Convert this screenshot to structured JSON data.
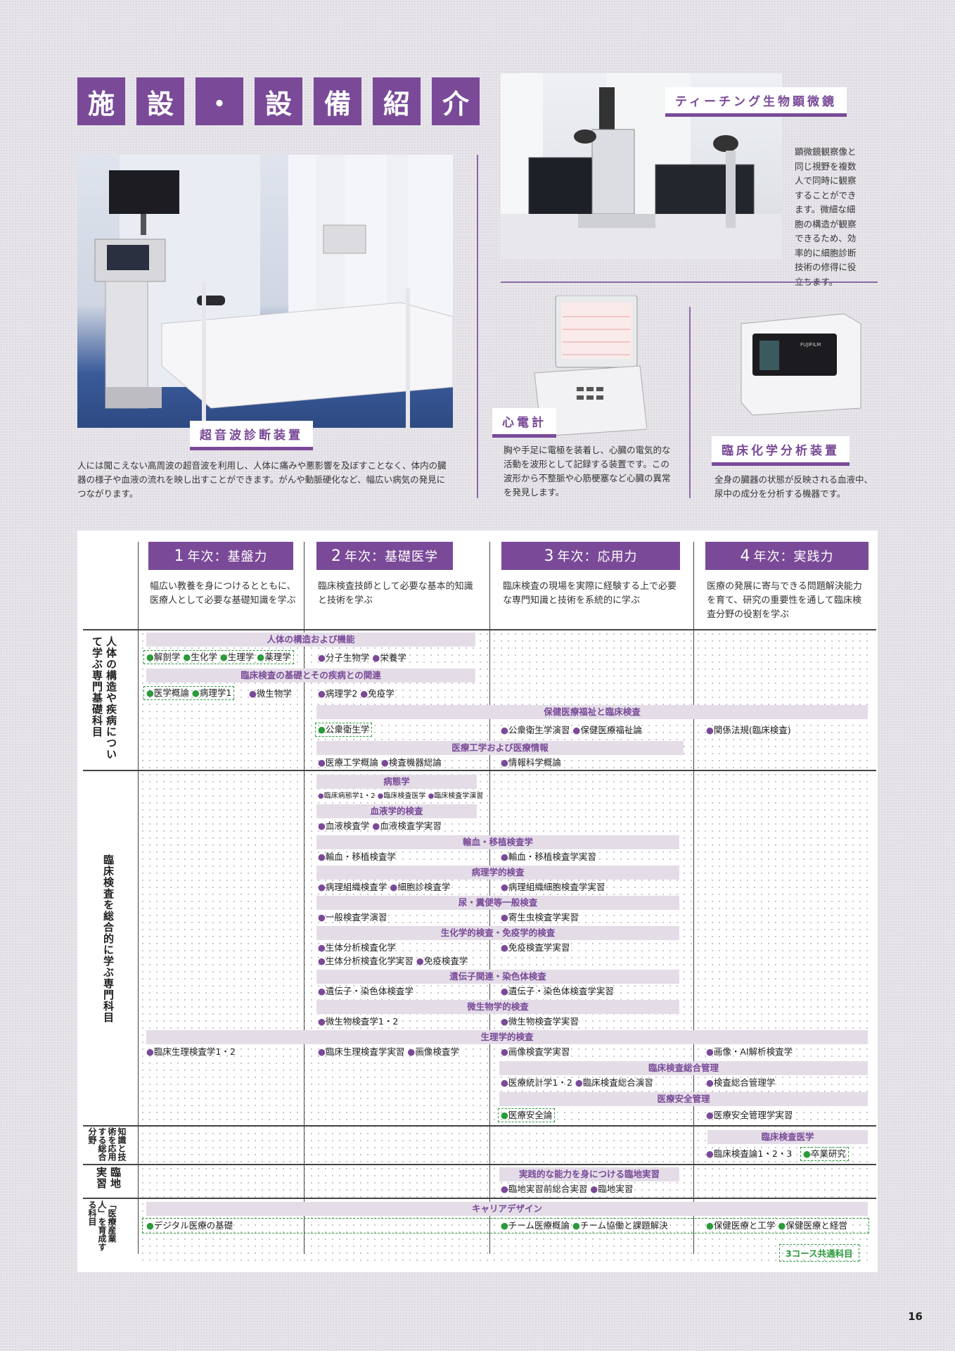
{
  "title_chars": [
    "施",
    "設",
    "・",
    "設",
    "備",
    "紹",
    "介"
  ],
  "equipment": {
    "ultrasound": {
      "label": "超音波診断装置",
      "caption": "人には聞こえない高周波の超音波を利用し、人体に痛みや悪影響を及ぼすことなく、体内の臓器の様子や血液の流れを映し出すことができます。がんや動脈硬化など、幅広い病気の発見につながります。"
    },
    "microscope": {
      "label": "ティーチング生物顕微鏡",
      "caption": "顕微鏡観察像と同じ視野を複数人で同時に観察することができます。微細な細胞の構造が観察できるため、効率的に細胞診断技術の修得に役立ちます。"
    },
    "ecg": {
      "label": "心電計",
      "caption": "胸や手足に電極を装着し、心臓の電気的な活動を波形として記録する装置です。この波形から不整脈や心筋梗塞など心臓の異常を発見します。"
    },
    "analyzer": {
      "label": "臨床化学分析装置",
      "caption": "全身の臓器の状態が反映される血液中、尿中の成分を分析する機器です。",
      "brand": "FUJIFILM"
    }
  },
  "years": [
    {
      "num": "1",
      "label": "年次：基盤力",
      "desc": "幅広い教養を身につけるとともに、医療人として必要な基礎知識を学ぶ"
    },
    {
      "num": "2",
      "label": "年次：基礎医学",
      "desc": "臨床検査技師として必要な基本的知識と技術を学ぶ"
    },
    {
      "num": "3",
      "label": "年次：応用力",
      "desc": "臨床検査の現場を実際に経験する上で必要な専門知識と技術を系統的に学ぶ"
    },
    {
      "num": "4",
      "label": "年次：実践力",
      "desc": "医療の発展に寄与できる問題解決能力を育て、研究の重要性を通して臨床検査分野の役割を学ぶ"
    }
  ],
  "row_labels": {
    "r1": "人体の構造や疾病について学ぶ専門基礎科目",
    "r2": "臨床検査を総合的に学ぶ専門科目",
    "r3": "知識と技術を応用する総合分野",
    "r4": "臨地実習",
    "r5": "「医療産業人」を育成する科目"
  },
  "bars": {
    "b1": "人体の構造および機能",
    "b2": "臨床検査の基礎とその疾病との関連",
    "b3": "保健医療福祉と臨床検査",
    "b4": "医療工学および医療情報",
    "b5": "病態学",
    "b6": "血液学的検査",
    "b7": "輸血・移植検査学",
    "b8": "病理学的検査",
    "b9": "尿・糞便等一般検査",
    "b10": "生化学的検査・免疫学的検査",
    "b11": "遺伝子関連・染色体検査",
    "b12": "微生物学的検査",
    "b13": "生理学的検査",
    "b14": "臨床検査総合管理",
    "b15": "医療安全管理",
    "b16": "臨床検査医学",
    "b17": "実践的な能力を身につける臨地実習",
    "b18": "キャリアデザイン"
  },
  "items": {
    "i1": "解剖学",
    "i2": "生化学",
    "i3": "生理学",
    "i4": "薬理学",
    "i5": "分子生物学",
    "i6": "栄養学",
    "i7": "医学概論",
    "i8": "病理学1",
    "i9": "微生物学",
    "i10": "病理学2",
    "i11": "免疫学",
    "i12": "公衆衛生学",
    "i13": "公衆衛生学演習",
    "i14": "保健医療福祉論",
    "i15": "関係法規(臨床検査)",
    "i16": "医療工学概論",
    "i17": "検査機器総論",
    "i18": "情報科学概論",
    "i19": "臨床病態学1・2",
    "i20": "臨床検査医学",
    "i21": "臨床検査学演習",
    "i22": "血液検査学",
    "i23": "血液検査学実習",
    "i24": "輸血・移植検査学",
    "i25": "輸血・移植検査学実習",
    "i26": "病理組織検査学",
    "i27": "細胞診検査学",
    "i28": "病理組織細胞検査学実習",
    "i29": "一般検査学演習",
    "i30": "寄生虫検査学実習",
    "i31": "生体分析検査化学",
    "i32": "免疫検査学実習",
    "i33": "生体分析検査化学実習",
    "i34": "免疫検査学",
    "i35": "遺伝子・染色体検査学",
    "i36": "遺伝子・染色体検査学実習",
    "i37": "微生物検査学1・2",
    "i38": "微生物検査学実習",
    "i39": "臨床生理検査学1・2",
    "i40": "臨床生理検査学実習",
    "i41": "画像検査学",
    "i42": "画像検査学実習",
    "i43": "画像・AI解析検査学",
    "i44": "医療統計学1・2",
    "i45": "臨床検査総合演習",
    "i46": "検査総合管理学",
    "i47": "医療安全論",
    "i48": "医療安全管理学実習",
    "i49": "臨床検査論1・2・3",
    "i50": "卒業研究",
    "i51": "臨地実習前総合実習",
    "i52": "臨地実習",
    "i53": "デジタル医療の基礎",
    "i54": "チーム医療概論",
    "i55": "チーム協働と課題解決",
    "i56": "保健医療と工学",
    "i57": "保健医療と経営"
  },
  "legend": "3コース共通科目",
  "page_number": "16",
  "colors": {
    "accent": "#7a4a98",
    "common": "#2a9a3a"
  }
}
